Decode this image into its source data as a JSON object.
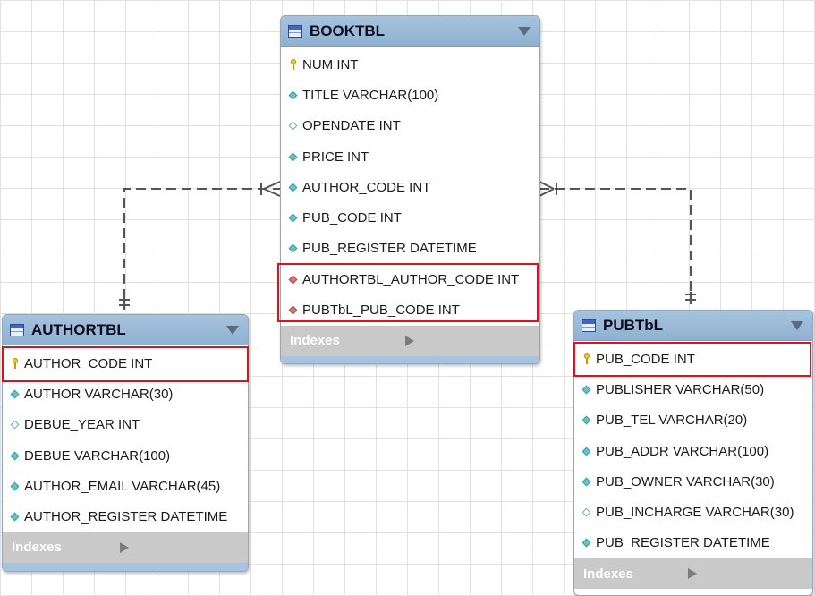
{
  "tables": {
    "booktbl": {
      "name": "BOOKTBL",
      "columns": [
        {
          "text": "NUM INT",
          "icon": "primary-key-icon"
        },
        {
          "text": "TITLE VARCHAR(100)",
          "icon": "column-filled-diamond-icon"
        },
        {
          "text": "OPENDATE INT",
          "icon": "column-hollow-diamond-icon"
        },
        {
          "text": "PRICE INT",
          "icon": "column-filled-diamond-icon"
        },
        {
          "text": "AUTHOR_CODE INT",
          "icon": "column-filled-diamond-icon"
        },
        {
          "text": "PUB_CODE INT",
          "icon": "column-filled-diamond-icon"
        },
        {
          "text": "PUB_REGISTER DATETIME",
          "icon": "column-filled-diamond-icon"
        },
        {
          "text": "AUTHORTBL_AUTHOR_CODE INT",
          "icon": "foreign-key-diamond-icon"
        },
        {
          "text": "PUBTbL_PUB_CODE INT",
          "icon": "foreign-key-diamond-icon"
        }
      ],
      "indexes_label": "Indexes"
    },
    "authortbl": {
      "name": "AUTHORTBL",
      "columns": [
        {
          "text": "AUTHOR_CODE INT",
          "icon": "primary-key-icon"
        },
        {
          "text": "AUTHOR VARCHAR(30)",
          "icon": "column-filled-diamond-icon"
        },
        {
          "text": "DEBUE_YEAR INT",
          "icon": "column-hollow-diamond-icon"
        },
        {
          "text": "DEBUE VARCHAR(100)",
          "icon": "column-filled-diamond-icon"
        },
        {
          "text": "AUTHOR_EMAIL VARCHAR(45)",
          "icon": "column-filled-diamond-icon"
        },
        {
          "text": "AUTHOR_REGISTER DATETIME",
          "icon": "column-filled-diamond-icon"
        }
      ],
      "indexes_label": "Indexes"
    },
    "pubtbl": {
      "name": "PUBTbL",
      "columns": [
        {
          "text": "PUB_CODE INT",
          "icon": "primary-key-icon"
        },
        {
          "text": "PUBLISHER VARCHAR(50)",
          "icon": "column-filled-diamond-icon"
        },
        {
          "text": "PUB_TEL VARCHAR(20)",
          "icon": "column-filled-diamond-icon"
        },
        {
          "text": "PUB_ADDR VARCHAR(100)",
          "icon": "column-filled-diamond-icon"
        },
        {
          "text": "PUB_OWNER VARCHAR(30)",
          "icon": "column-filled-diamond-icon"
        },
        {
          "text": "PUB_INCHARGE VARCHAR(30)",
          "icon": "column-hollow-diamond-icon"
        },
        {
          "text": "PUB_REGISTER DATETIME",
          "icon": "column-filled-diamond-icon"
        }
      ],
      "indexes_label": "Indexes"
    }
  },
  "colors": {
    "header": "#9bbad8",
    "highlight": "#e0101e",
    "connector": "#555555"
  }
}
